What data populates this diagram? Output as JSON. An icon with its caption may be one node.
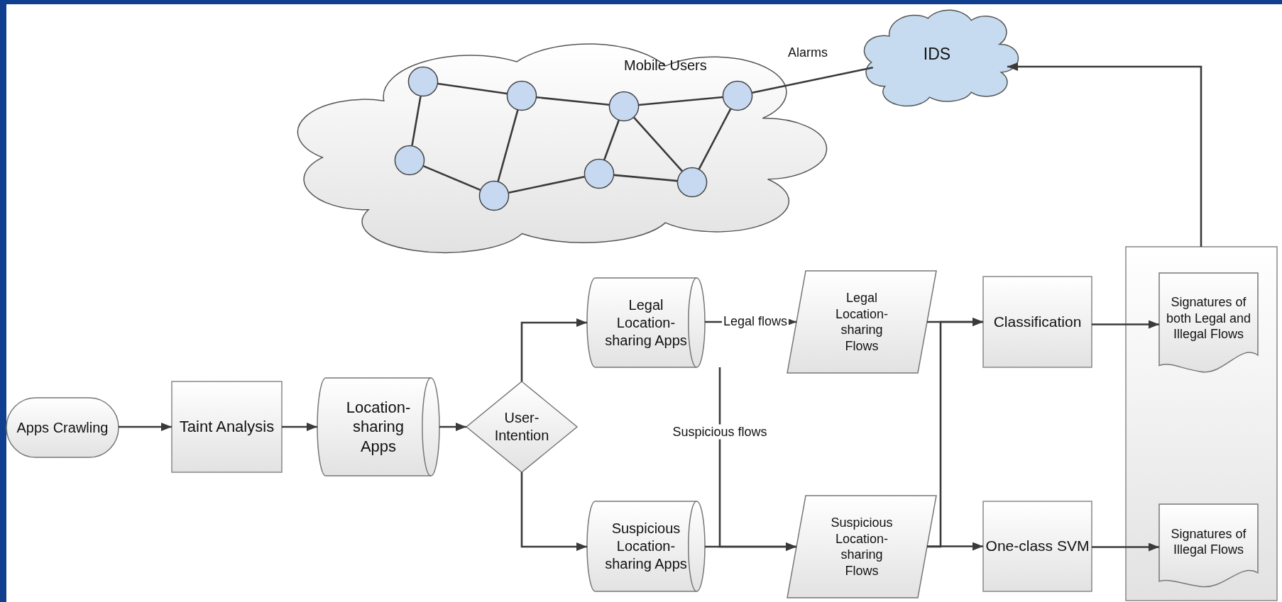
{
  "diagram": {
    "nodes": [
      {
        "text": [
          "Mobile Users"
        ]
      },
      {
        "text": [],
        "shape": "circle",
        "in": 0
      },
      {
        "text": [],
        "shape": "circle",
        "in": 0
      },
      {
        "text": [],
        "shape": "circle",
        "in": 0
      },
      {
        "text": [],
        "shape": "circle",
        "in": 0
      },
      {
        "text": [],
        "shape": "circle",
        "in": 0
      },
      {
        "text": [],
        "shape": "circle",
        "in": 0
      },
      {
        "text": [],
        "shape": "circle",
        "in": 0
      },
      {
        "text": [],
        "shape": "circle",
        "in": 0
      },
      {
        "text": [
          "IDS"
        ]
      },
      {
        "text": [
          "Apps Crawling"
        ]
      },
      {
        "text": [
          "Taint Analysis"
        ]
      },
      {
        "text": [
          "Location-sharing Apps"
        ]
      },
      {
        "text": [
          "User-Intention"
        ]
      },
      {
        "text": [
          "Legal Location-sharing Apps"
        ]
      },
      {
        "text": [
          "Suspicious Location-sharing Apps"
        ]
      },
      {
        "text": [
          "Legal Location-sharing Flows"
        ]
      },
      {
        "text": [
          "Suspicious Location-sharing Flows"
        ]
      },
      {
        "text": [
          "Classification"
        ]
      },
      {
        "text": [
          "One-class SVM"
        ]
      },
      {
        "text": [],
        "shape": "box"
      },
      {
        "text": [
          "Signatures of both Legal and Illegal Flows"
        ],
        "in": 20
      },
      {
        "text": [
          "Signatures of Illegal Flows"
        ],
        "in": 20
      }
    ],
    "edges": [
      {
        "from": 2,
        "to": 4,
        "arrow": "none"
      },
      {
        "from": 4,
        "to": 6,
        "arrow": "none"
      },
      {
        "from": 6,
        "to": 8,
        "arrow": "none"
      },
      {
        "from": 2,
        "to": 1,
        "arrow": "none"
      },
      {
        "from": 1,
        "to": 3,
        "arrow": "none"
      },
      {
        "from": 4,
        "to": 3,
        "arrow": "none"
      },
      {
        "from": 3,
        "to": 5,
        "arrow": "none"
      },
      {
        "from": 5,
        "to": 6,
        "arrow": "none"
      },
      {
        "from": 6,
        "to": 7,
        "arrow": "none"
      },
      {
        "from": 5,
        "to": 7,
        "arrow": "none"
      },
      {
        "from": 7,
        "to": 8,
        "arrow": "none"
      },
      {
        "from": 8,
        "to": 9,
        "arrow": "none",
        "label": "Alarms"
      },
      {
        "from": 10,
        "to": 11,
        "arrow": "to"
      },
      {
        "from": 11,
        "to": 12,
        "arrow": "to"
      },
      {
        "from": 12,
        "to": 13,
        "arrow": "to"
      },
      {
        "from": 13,
        "to": 14,
        "arrow": "to"
      },
      {
        "from": 13,
        "to": 15,
        "arrow": "to"
      },
      {
        "from": 14,
        "to": 16,
        "arrow": "to",
        "label": "Legal flows"
      },
      {
        "from": 14,
        "to": 17,
        "arrow": "to",
        "label": "Suspicious flows"
      },
      {
        "from": 15,
        "to": 17,
        "arrow": "to"
      },
      {
        "from": 16,
        "to": 18,
        "arrow": "to"
      },
      {
        "from": 17,
        "to": 18,
        "arrow": "to"
      },
      {
        "from": 17,
        "to": 19,
        "arrow": "to"
      },
      {
        "from": 18,
        "to": 21,
        "arrow": "to"
      },
      {
        "from": 19,
        "to": 22,
        "arrow": "to"
      },
      {
        "from": 20,
        "to": 9,
        "arrow": "to"
      }
    ]
  }
}
